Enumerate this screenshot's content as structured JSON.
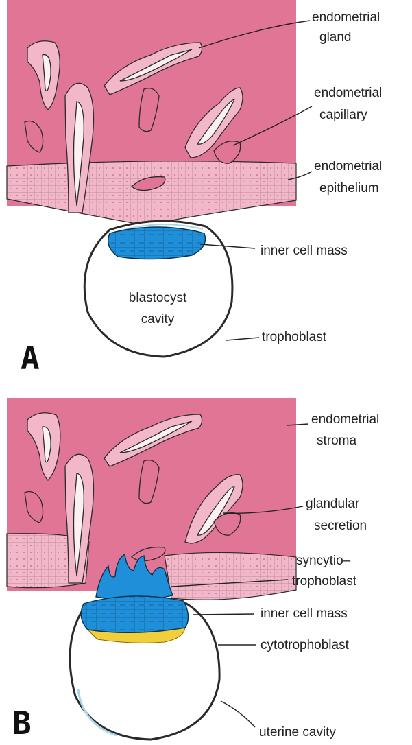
{
  "panels": [
    {
      "letter": "A",
      "labels": {
        "endometrial_gland": [
          "endometrial",
          "gland"
        ],
        "endometrial_capillary": [
          "endometrial",
          "capillary"
        ],
        "endometrial_epithelium": [
          "endometrial",
          "epithelium"
        ],
        "inner_cell_mass": "inner cell mass",
        "blastocyst_cavity": [
          "blastocyst",
          "cavity"
        ],
        "trophoblast": "trophoblast"
      }
    },
    {
      "letter": "B",
      "labels": {
        "endometrial_stroma": [
          "endometrial",
          "stroma"
        ],
        "glandular_secretion": [
          "glandular",
          "secretion"
        ],
        "syncytiotrophoblast": [
          "syncytio–",
          "trophoblast"
        ],
        "inner_cell_mass": "inner cell mass",
        "cytotrophoblast": "cytotrophoblast",
        "uterine_cavity": "uterine cavity"
      }
    }
  ],
  "colors": {
    "stroma": "#e07596",
    "epithelium": "#f2b7c8",
    "inner_cell_mass": "#1e8fd8",
    "cytotrophoblast_layer": "#f1cf3a",
    "gland_lumen": "#fbf1f3",
    "outline": "#2a2a2a",
    "blastocyst_rim": "#a9d6ea"
  }
}
